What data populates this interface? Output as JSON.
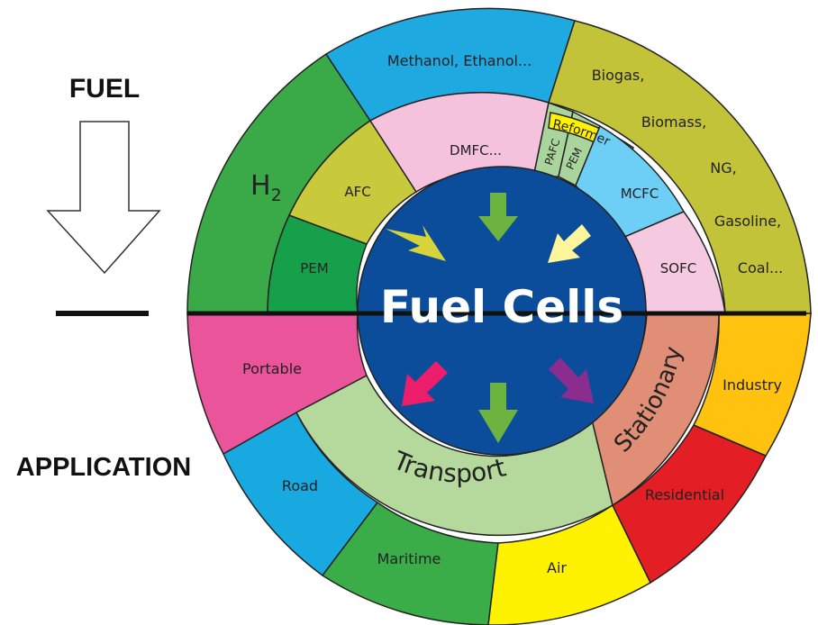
{
  "labels": {
    "fuel_heading": "FUEL",
    "application_heading": "APPLICATION",
    "center_title": "Fuel Cells",
    "hydrogen_base": "H",
    "hydrogen_sub": "2",
    "methanol": "Methanol, Ethanol...",
    "biogas": "Biogas,",
    "biomass": "Biomass,",
    "ng": "NG,",
    "gasoline": "Gasoline,",
    "coal": "Coal...",
    "dmfc": "DMFC...",
    "afc": "AFC",
    "pem_left": "PEM",
    "reformer": "Reformer",
    "pafc": "PAFC",
    "pem_small": "PEM",
    "mcfc": "MCFC",
    "sofc": "SOFC",
    "portable": "Portable",
    "road": "Road",
    "maritime": "Maritime",
    "air": "Air",
    "industry": "Industry",
    "residential": "Residential",
    "transport": "Transport",
    "stationary": "Stationary"
  },
  "colors": {
    "hydrogen": "#3aaa49",
    "methanol": "#1ea9e1",
    "hydrocarbon": "#c3c33a",
    "dmfc": "#f4c2dc",
    "afc": "#c9c93c",
    "pem": "#16a04a",
    "pafc": "#a9d49b",
    "reformer": "#fff200",
    "mcfc": "#6dcff6",
    "sofc": "#f5c9df",
    "portable": "#e9549a",
    "road": "#18a9e1",
    "maritime": "#3aad49",
    "air": "#fff200",
    "industry": "#ffc20e",
    "residential": "#e31e24",
    "transport": "#b5d99c",
    "stationary": "#e08e75",
    "core": "#0b4d9a",
    "arrow_top_left": "#d6d43a",
    "arrow_top": "#6cb33f",
    "arrow_top_right": "#fff59a",
    "arrow_bottom_left": "#ec1e6c",
    "arrow_bottom": "#6cb33f",
    "arrow_bottom_right": "#8b2c8f"
  }
}
